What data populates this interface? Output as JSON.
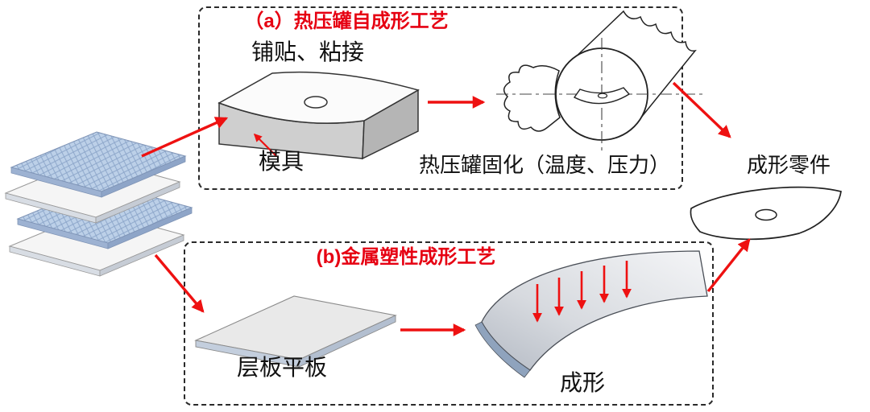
{
  "palette": {
    "arrow_red": "#ee1111",
    "title_red": "#e60012",
    "laminate_blue": "#bcd0e8"
  },
  "process_a": {
    "title": "（a）热压罐自成形工艺",
    "layup_label": "铺贴、粘接",
    "mold_label": "模具",
    "cure_label": "热压罐固化（温度、压力）"
  },
  "process_b": {
    "title": "(b)金属塑性成形工艺",
    "plate_label": "层板平板",
    "forming_label": "成形"
  },
  "output": {
    "part_label": "成形零件"
  }
}
